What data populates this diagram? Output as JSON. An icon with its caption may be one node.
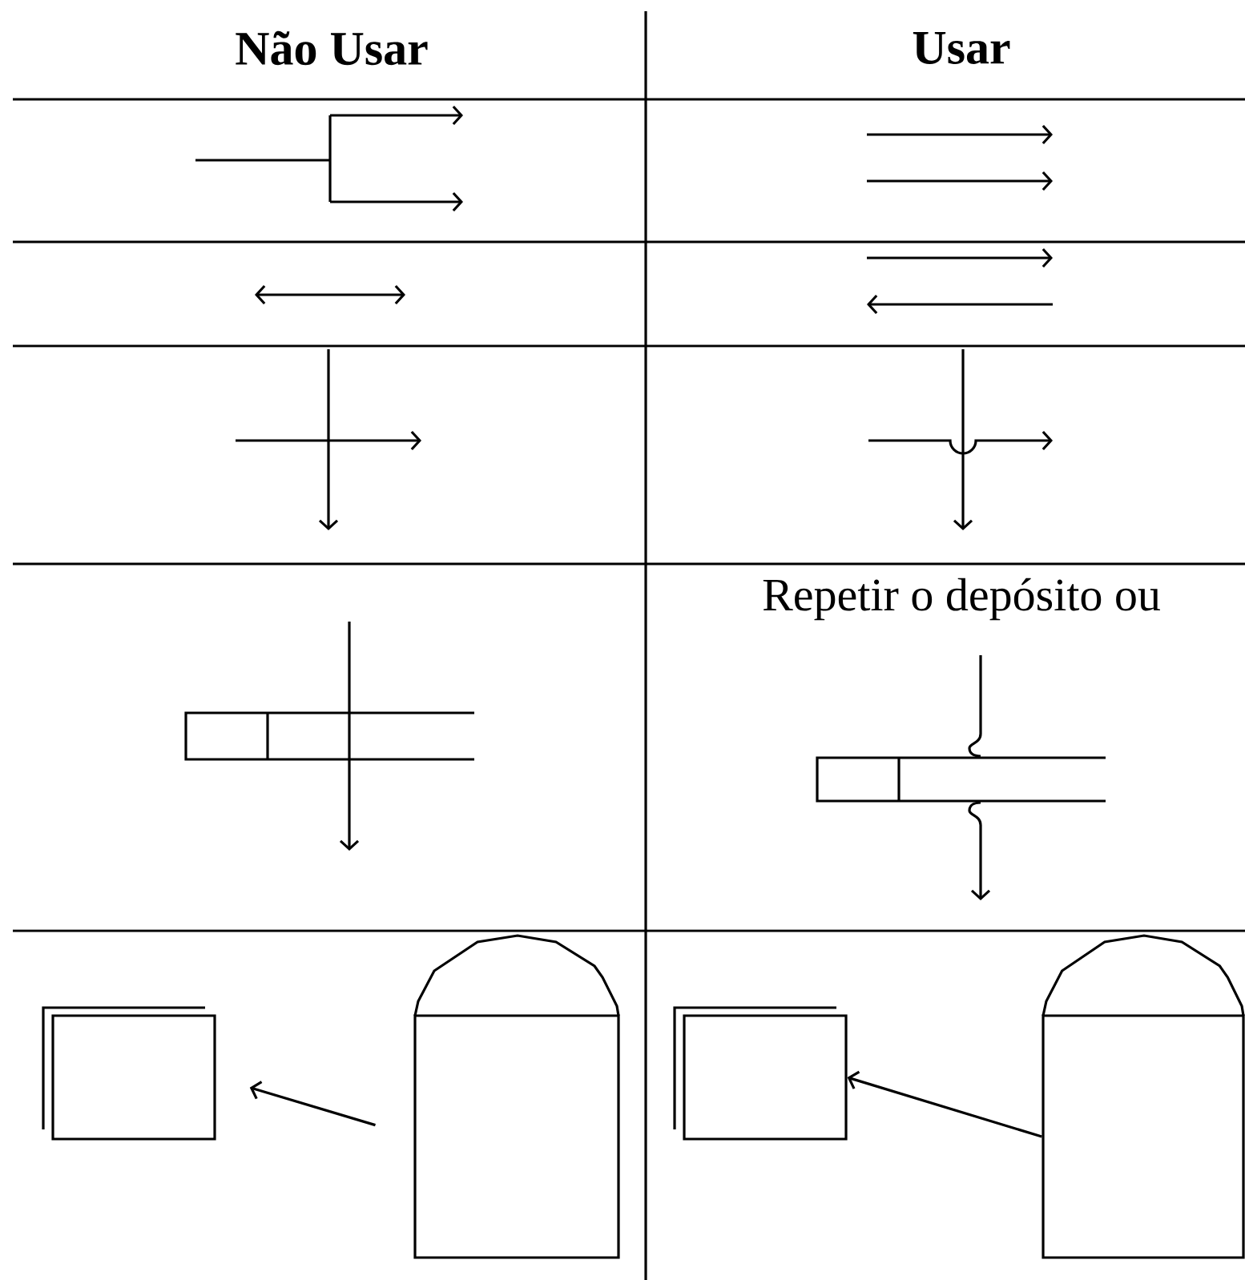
{
  "diagram": {
    "nodes": [
      {
        "text": [],
        "shape": "bar"
      },
      {
        "text": [],
        "shape": "bar"
      },
      {
        "text": [],
        "shape": "box"
      },
      {
        "text": [],
        "shape": "arch"
      },
      {
        "text": [],
        "shape": "box"
      },
      {
        "text": [],
        "shape": "arch"
      }
    ],
    "edges": [
      {
        "from": 3,
        "to": 2,
        "arrow": "to"
      },
      {
        "from": 5,
        "to": 4,
        "arrow": "to"
      }
    ],
    "labels": [
      "Não Usar",
      "Usar",
      "Repetir o depósito ou"
    ]
  }
}
